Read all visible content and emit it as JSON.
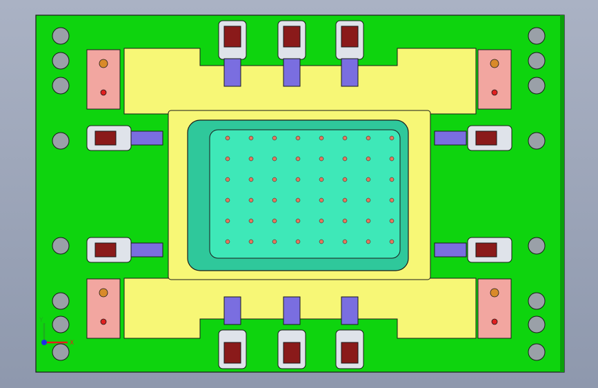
{
  "viewport": {
    "background_top": "#aab2c4",
    "background_bottom": "#8e98ad"
  },
  "colors": {
    "base_plate": "#0ed40e",
    "frame": "#f7f776",
    "cavity": "#3ee8b8",
    "clamp_arm": "#7a6ee0",
    "clamp_head": "#8a1a1a",
    "locator_block": "#f2a6a0",
    "bolt_hole": "#9aa0a8",
    "outline": "#1a1a1a"
  },
  "components": {
    "base_plate": "base-plate",
    "fixture_frame": "fixture-frame",
    "work_cavity": "work-cavity",
    "clamp_units": "toggle-clamp",
    "locator_blocks": "locator-block",
    "bolt_holes": "bolt-hole",
    "pin_holes": "pin-hole"
  },
  "triad": {
    "x_label": "X",
    "y_label": "Y",
    "x_color": "#e81c1c",
    "y_color": "#1cb01c",
    "z_color": "#1c30e8"
  }
}
